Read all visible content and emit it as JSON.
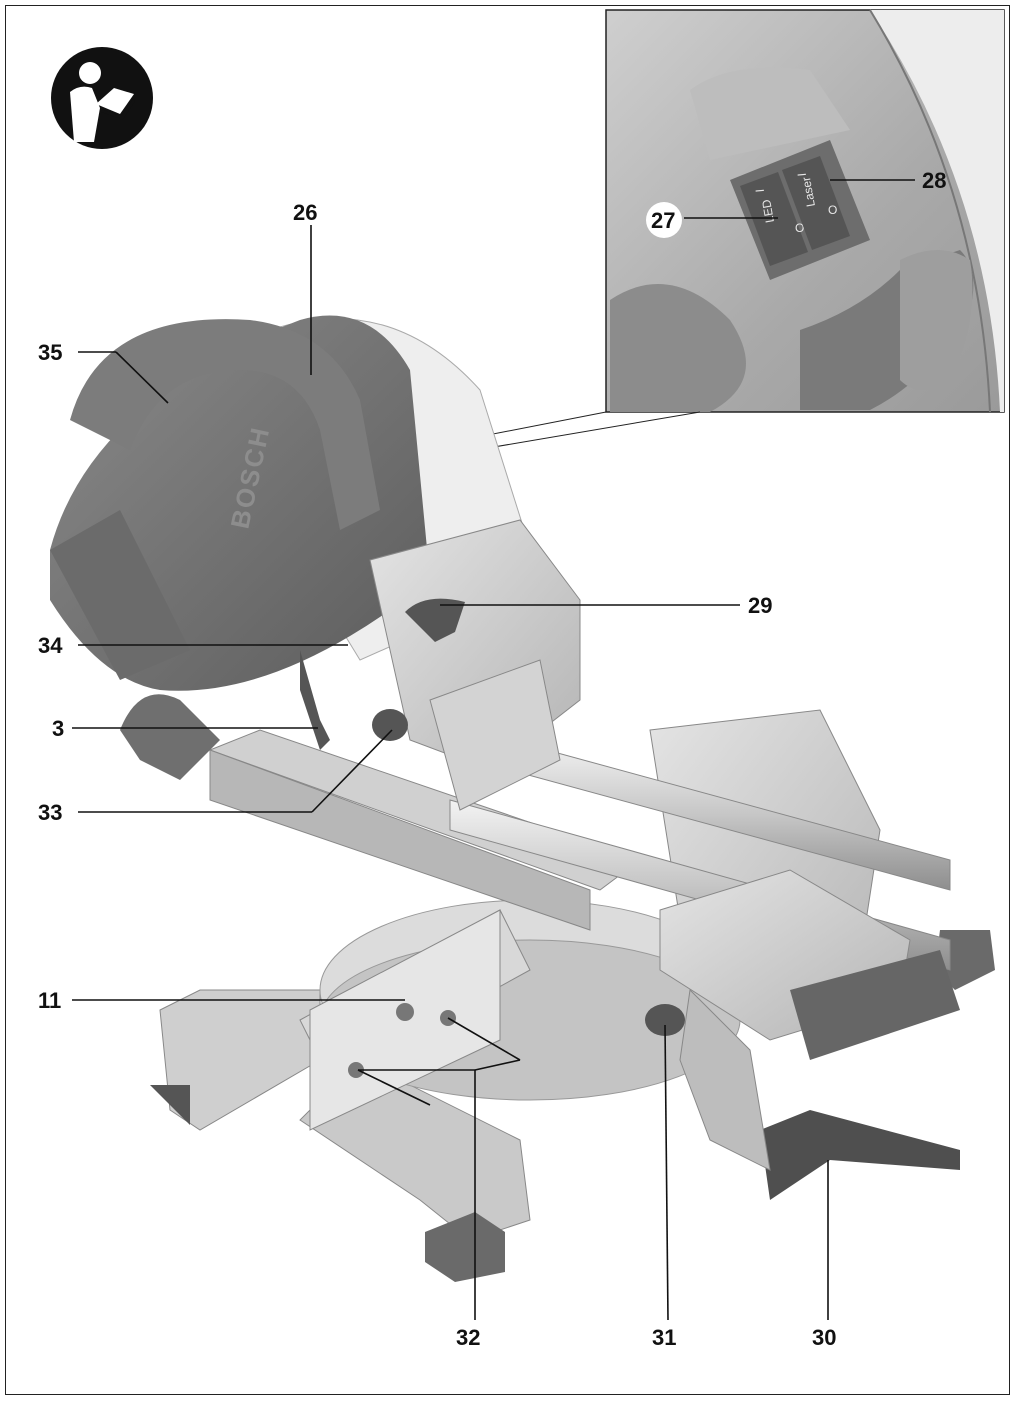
{
  "brand": "BOSCH",
  "switch_labels": {
    "led": "LED",
    "laser": "Laser",
    "on_symbol": "I",
    "off_symbol": "O"
  },
  "callouts": [
    {
      "id": "26",
      "label": "26"
    },
    {
      "id": "27",
      "label": "27"
    },
    {
      "id": "28",
      "label": "28"
    },
    {
      "id": "29",
      "label": "29"
    },
    {
      "id": "35",
      "label": "35"
    },
    {
      "id": "34",
      "label": "34"
    },
    {
      "id": "3",
      "label": "3"
    },
    {
      "id": "33",
      "label": "33"
    },
    {
      "id": "11",
      "label": "11"
    },
    {
      "id": "32",
      "label": "32"
    },
    {
      "id": "31",
      "label": "31"
    },
    {
      "id": "30",
      "label": "30"
    }
  ],
  "icons": {
    "manual": "read-manual-icon"
  }
}
